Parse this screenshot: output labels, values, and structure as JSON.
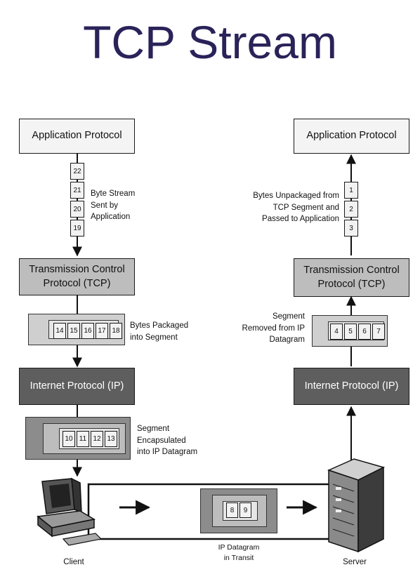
{
  "title": "TCP Stream",
  "client": {
    "app": "Application Protocol",
    "tcp": "Transmission Control\nProtocol (TCP)",
    "ip": "Internet Protocol (IP)",
    "stream_bytes": [
      "22",
      "21",
      "20",
      "19"
    ],
    "stream_note": "Byte Stream\nSent by\nApplication",
    "segment_bytes": [
      "14",
      "15",
      "16",
      "17",
      "18"
    ],
    "segment_note": "Bytes Packaged\ninto Segment",
    "datagram_bytes": [
      "10",
      "11",
      "12",
      "13"
    ],
    "datagram_note": "Segment\nEncapsulated\ninto IP Datagram",
    "label": "Client"
  },
  "server": {
    "app": "Application Protocol",
    "tcp": "Transmission Control\nProtocol (TCP)",
    "ip": "Internet Protocol (IP)",
    "stream_bytes": [
      "1",
      "2",
      "3"
    ],
    "stream_note": "Bytes Unpackaged from\nTCP Segment and\nPassed to Application",
    "segment_bytes": [
      "4",
      "5",
      "6",
      "7"
    ],
    "segment_note": "Segment\nRemoved from IP\nDatagram",
    "label": "Server"
  },
  "transit": {
    "bytes": [
      "8",
      "9"
    ],
    "label": "IP Datagram\nin Transit"
  }
}
